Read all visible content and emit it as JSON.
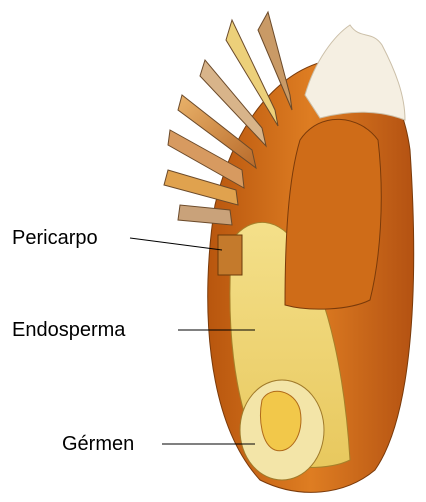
{
  "labels": {
    "pericarpo": "Pericarpo",
    "endosperma": "Endosperma",
    "germen": "Gérmen"
  },
  "colors": {
    "background": "#ffffff",
    "husk_orange": "#d26f1a",
    "endosperm_yellow": "#f0d777",
    "germ_yellow": "#f6e04a",
    "leader_line": "#000000"
  }
}
